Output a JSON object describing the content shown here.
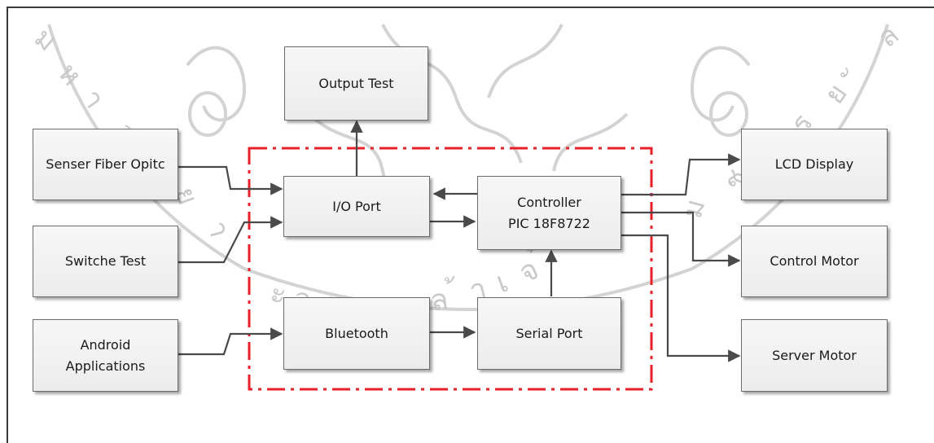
{
  "blocks": {
    "output_test": "Output Test",
    "senser_fiber": "Senser Fiber Opitc",
    "switche_test": "Switche Test",
    "android_line1": "Android",
    "android_line2": "Applications",
    "io_port": "I/O Port",
    "controller_line1": "Controller",
    "controller_line2": "PIC 18F8722",
    "bluetooth": "Bluetooth",
    "serial_port": "Serial Port",
    "lcd_display": "LCD Display",
    "control_motor": "Control Motor",
    "server_motor": "Server Motor"
  },
  "colors": {
    "box_border": "#6b6b6b",
    "wire": "#4a4a4a",
    "boundary_dashdot": "#e8202a",
    "watermark": "#c8c8c8"
  }
}
